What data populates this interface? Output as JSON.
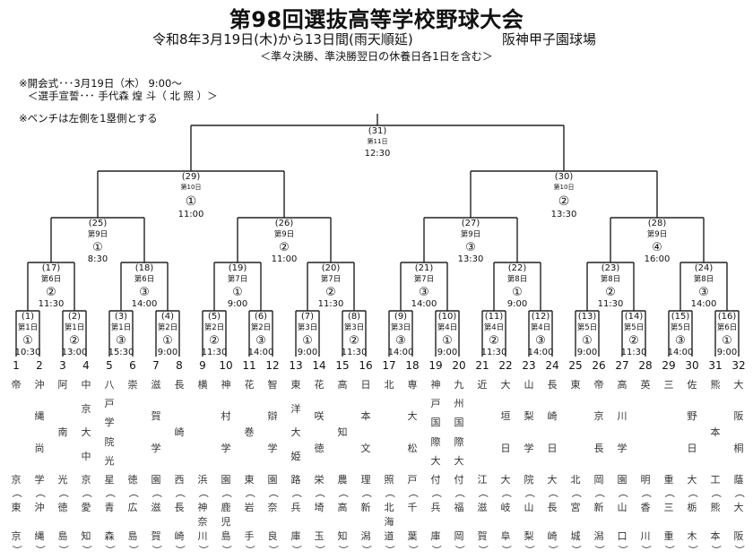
{
  "header": {
    "title": "第98回選抜高等学校野球大会",
    "schedule": "令和8年3月19日(木)から13日間(雨天順延)",
    "venue": "阪神甲子園球場",
    "rest_note": "＜準々決勝、準決勝翌日の休養日各1日を含む＞"
  },
  "notes": {
    "opening": "※開会式･･･3月19日（木） 9:00～",
    "oath": "＜選手宣誓･･･ 手代森 煌 斗（ 北 照 ）＞",
    "bench": "※ベンチは左側を1塁側とする"
  },
  "matches": [
    {
      "id": "(1)",
      "day": "第1日",
      "slot": "①",
      "time": "10:30"
    },
    {
      "id": "(2)",
      "day": "第1日",
      "slot": "②",
      "time": "13:00"
    },
    {
      "id": "(3)",
      "day": "第1日",
      "slot": "③",
      "time": "15:30"
    },
    {
      "id": "(4)",
      "day": "第2日",
      "slot": "①",
      "time": "9:00"
    },
    {
      "id": "(5)",
      "day": "第2日",
      "slot": "②",
      "time": "11:30"
    },
    {
      "id": "(6)",
      "day": "第2日",
      "slot": "③",
      "time": "14:00"
    },
    {
      "id": "(7)",
      "day": "第3日",
      "slot": "①",
      "time": "9:00"
    },
    {
      "id": "(8)",
      "day": "第3日",
      "slot": "②",
      "time": "11:30"
    },
    {
      "id": "(9)",
      "day": "第3日",
      "slot": "③",
      "time": "14:00"
    },
    {
      "id": "(10)",
      "day": "第4日",
      "slot": "①",
      "time": "9:00"
    },
    {
      "id": "(11)",
      "day": "第4日",
      "slot": "②",
      "time": "11:30"
    },
    {
      "id": "(12)",
      "day": "第4日",
      "slot": "③",
      "time": "14:00"
    },
    {
      "id": "(13)",
      "day": "第5日",
      "slot": "①",
      "time": "9:00"
    },
    {
      "id": "(14)",
      "day": "第5日",
      "slot": "②",
      "time": "11:30"
    },
    {
      "id": "(15)",
      "day": "第5日",
      "slot": "③",
      "time": "14:00"
    },
    {
      "id": "(16)",
      "day": "第6日",
      "slot": "①",
      "time": "9:00"
    },
    {
      "id": "(17)",
      "day": "第6日",
      "slot": "②",
      "time": "11:30"
    },
    {
      "id": "(18)",
      "day": "第6日",
      "slot": "③",
      "time": "14:00"
    },
    {
      "id": "(19)",
      "day": "第7日",
      "slot": "①",
      "time": "9:00"
    },
    {
      "id": "(20)",
      "day": "第7日",
      "slot": "②",
      "time": "11:30"
    },
    {
      "id": "(21)",
      "day": "第7日",
      "slot": "③",
      "time": "14:00"
    },
    {
      "id": "(22)",
      "day": "第8日",
      "slot": "①",
      "time": "9:00"
    },
    {
      "id": "(23)",
      "day": "第8日",
      "slot": "②",
      "time": "11:30"
    },
    {
      "id": "(24)",
      "day": "第8日",
      "slot": "③",
      "time": "14:00"
    },
    {
      "id": "(25)",
      "day": "第9日",
      "slot": "①",
      "time": "8:30"
    },
    {
      "id": "(26)",
      "day": "第9日",
      "slot": "②",
      "time": "11:00"
    },
    {
      "id": "(27)",
      "day": "第9日",
      "slot": "③",
      "time": "13:30"
    },
    {
      "id": "(28)",
      "day": "第9日",
      "slot": "④",
      "time": "16:00"
    },
    {
      "id": "(29)",
      "day": "第10日",
      "slot": "①",
      "time": "11:00"
    },
    {
      "id": "(30)",
      "day": "第10日",
      "slot": "②",
      "time": "13:30"
    },
    {
      "id": "(31)",
      "day": "第11日",
      "slot": "",
      "time": "12:30"
    }
  ],
  "teams": [
    {
      "no": "1",
      "name": "帝京",
      "pref": "東京"
    },
    {
      "no": "2",
      "name": "沖縄尚学",
      "pref": "沖縄"
    },
    {
      "no": "3",
      "name": "阿南光",
      "pref": "徳島"
    },
    {
      "no": "4",
      "name": "中京大中京",
      "pref": "愛知"
    },
    {
      "no": "5",
      "name": "八戸学院光星",
      "pref": "青森"
    },
    {
      "no": "6",
      "name": "崇徳",
      "pref": "広島"
    },
    {
      "no": "7",
      "name": "滋賀学園",
      "pref": "滋賀"
    },
    {
      "no": "8",
      "name": "長崎西",
      "pref": "長崎"
    },
    {
      "no": "9",
      "name": "横浜",
      "pref": "神奈川"
    },
    {
      "no": "10",
      "name": "神村学園",
      "pref": "鹿児島"
    },
    {
      "no": "11",
      "name": "花巻東",
      "pref": "岩手"
    },
    {
      "no": "12",
      "name": "智辯学園",
      "pref": "奈良"
    },
    {
      "no": "13",
      "name": "東洋大姫路",
      "pref": "兵庫"
    },
    {
      "no": "14",
      "name": "花咲徳栄",
      "pref": "埼玉"
    },
    {
      "no": "15",
      "name": "高知農",
      "pref": "高知"
    },
    {
      "no": "16",
      "name": "日本文理",
      "pref": "新潟"
    },
    {
      "no": "17",
      "name": "北照",
      "pref": "北海道"
    },
    {
      "no": "18",
      "name": "専大松戸",
      "pref": "千葉"
    },
    {
      "no": "19",
      "name": "神戸国際大付",
      "pref": "兵庫"
    },
    {
      "no": "20",
      "name": "九州国際大付",
      "pref": "福岡"
    },
    {
      "no": "21",
      "name": "近江",
      "pref": "滋賀"
    },
    {
      "no": "22",
      "name": "大垣日大",
      "pref": "岐阜"
    },
    {
      "no": "23",
      "name": "山梨学院",
      "pref": "山梨"
    },
    {
      "no": "24",
      "name": "長崎日大",
      "pref": "長崎"
    },
    {
      "no": "25",
      "name": "東北",
      "pref": "宮城"
    },
    {
      "no": "26",
      "name": "帝京長岡",
      "pref": "新潟"
    },
    {
      "no": "27",
      "name": "高川学園",
      "pref": "山口"
    },
    {
      "no": "28",
      "name": "英明",
      "pref": "香川"
    },
    {
      "no": "29",
      "name": "三重",
      "pref": "三重"
    },
    {
      "no": "30",
      "name": "佐野日大",
      "pref": "栃木"
    },
    {
      "no": "31",
      "name": "熊本工",
      "pref": "熊本"
    },
    {
      "no": "32",
      "name": "大阪桐蔭",
      "pref": "大阪"
    }
  ],
  "paren_open": "（",
  "paren_close": "）"
}
